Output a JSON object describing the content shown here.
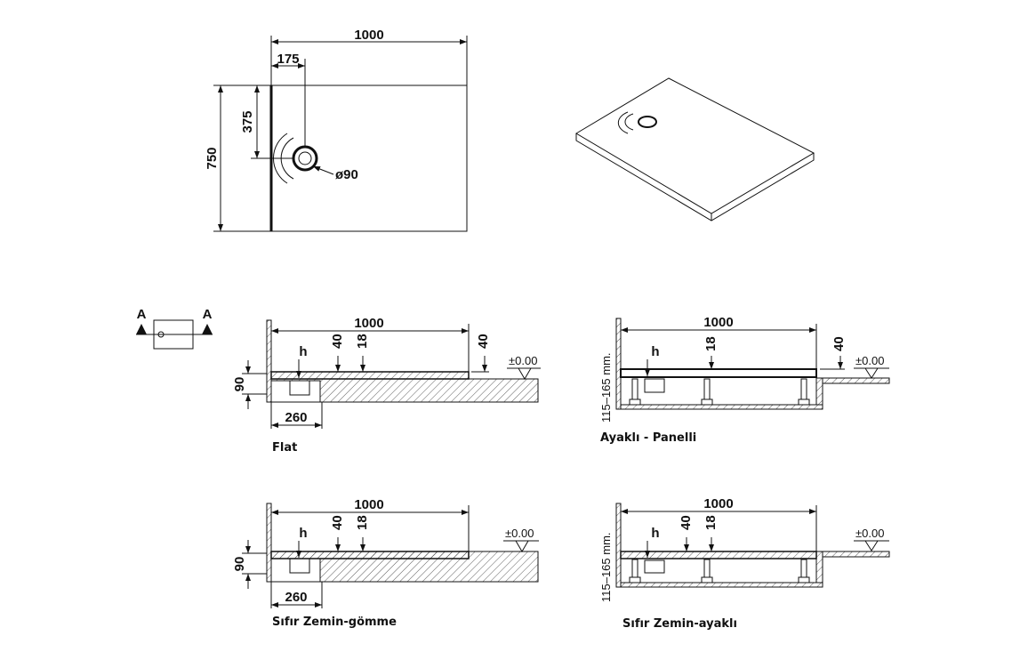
{
  "plan_view": {
    "width": "1000",
    "drain_offset_x": "175",
    "drain_offset_y": "375",
    "depth": "750",
    "drain_diameter": "ø90"
  },
  "section_marker": {
    "left": "A",
    "right": "A"
  },
  "sections": [
    {
      "name": "Flat",
      "length": "1000",
      "h": "h",
      "dim_40": "40",
      "dim_18": "18",
      "dim_40_right": "40",
      "dim_90": "90",
      "dim_260": "260",
      "level": "±0.00"
    },
    {
      "name": "Ayaklı - Panelli",
      "length": "1000",
      "h": "h",
      "dim_18": "18",
      "dim_40_right": "40",
      "leg_range": "115–165 mm.",
      "level": "±0.00"
    },
    {
      "name": "Sıfır Zemin-gömme",
      "length": "1000",
      "h": "h",
      "dim_40": "40",
      "dim_18": "18",
      "dim_90": "90",
      "dim_260": "260",
      "level": "±0.00"
    },
    {
      "name": "Sıfır Zemin-ayaklı",
      "length": "1000",
      "h": "h",
      "dim_40": "40",
      "dim_18": "18",
      "leg_range": "115–165 mm.",
      "level": "±0.00"
    }
  ]
}
